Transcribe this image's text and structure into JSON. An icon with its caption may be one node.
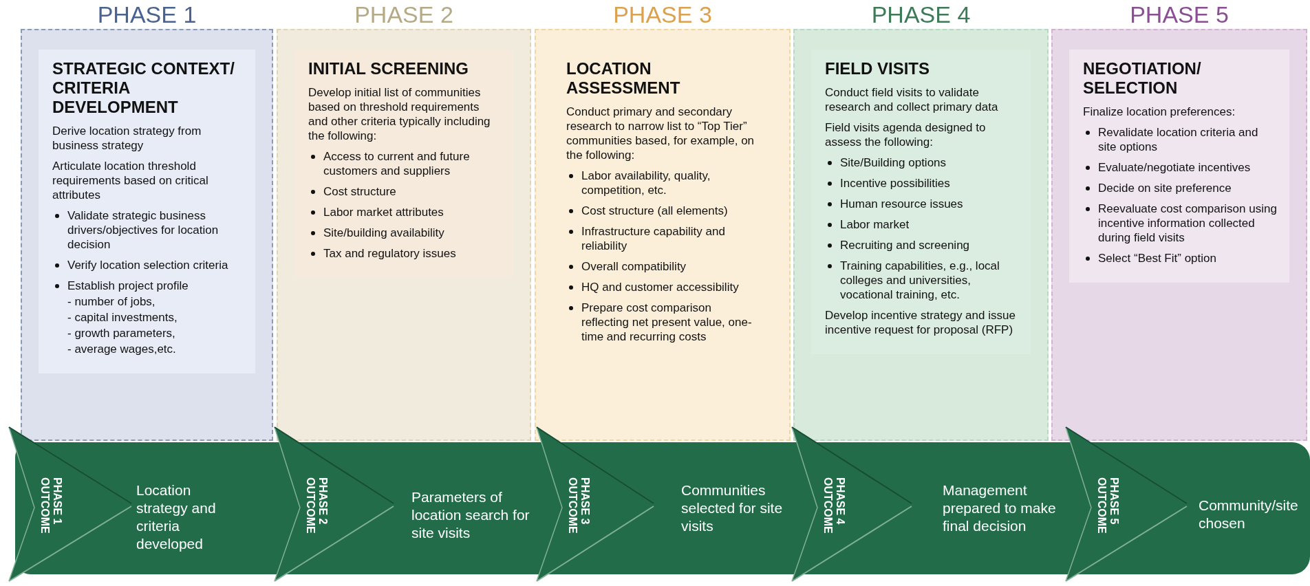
{
  "diagram": {
    "nodes": [
      {
        "text": [
          "PHASE 1"
        ]
      },
      {
        "text": [
          "PHASE 2"
        ]
      },
      {
        "text": [
          "PHASE 3"
        ]
      },
      {
        "text": [
          "PHASE 4"
        ]
      },
      {
        "text": [
          "PHASE 5"
        ]
      },
      {
        "in": 0,
        "text": [
          "STRATEGIC CONTEXT/ CRITERIA DEVELOPMENT",
          "Derive location strategy from business strategy",
          "Articulate location threshold requirements based on critical attributes",
          "Validate strategic business drivers/objectives for location decision",
          "Verify location selection criteria",
          "Establish project profile",
          "- number of jobs,",
          "- capital investments,",
          "- growth parameters,",
          "- average wages,etc."
        ]
      },
      {
        "in": 1,
        "text": [
          "INITIAL SCREENING",
          "Develop initial list of communities based on threshold requirements and other criteria typically including the following:",
          "Access to current and future customers and suppliers",
          "Cost structure",
          "Labor market attributes",
          "Site/building availability",
          "Tax and regulatory issues"
        ]
      },
      {
        "in": 2,
        "text": [
          "LOCATION ASSESSMENT",
          "Conduct primary and secondary research to narrow list to “Top Tier” communities based, for example, on the following:",
          "Labor availability, quality, competition, etc.",
          "Cost structure (all elements)",
          "Infrastructure capability and reliability",
          "Overall compatibility",
          "HQ and customer accessibility",
          "Prepare cost comparison reflecting net present value, one-time and recurring costs"
        ]
      },
      {
        "in": 3,
        "text": [
          "FIELD VISITS",
          "Conduct field visits to validate research and collect primary data",
          "Field visits agenda designed to assess the following:",
          "Site/Building options",
          "Incentive possibilities",
          "Human resource issues",
          "Labor market",
          "Recruiting and screening",
          "Training capabilities, e.g., local colleges and universities, vocational training, etc.",
          "Develop incentive strategy and issue incentive request for proposal (RFP)"
        ]
      },
      {
        "in": 4,
        "text": [
          "NEGOTIATION/ SELECTION",
          "Finalize location preferences:",
          "Revalidate location criteria and site options",
          "Evaluate/negotiate incentives",
          "Decide on site preference",
          "Reevaluate cost comparison using incentive information collected during field visits",
          "Select “Best Fit” option"
        ]
      },
      {
        "text": [
          "PHASE 1 OUTCOME"
        ]
      },
      {
        "text": [
          "PHASE 2 OUTCOME"
        ]
      },
      {
        "text": [
          "PHASE 3 OUTCOME"
        ]
      },
      {
        "text": [
          "PHASE 4 OUTCOME"
        ]
      },
      {
        "text": [
          "PHASE 5 OUTCOME"
        ]
      }
    ],
    "labels": [
      "Location strategy and criteria developed",
      "Parameters of location search for site visits",
      "Communities selected for site visits",
      "Management prepared to make final decision",
      "Community/site chosen"
    ]
  }
}
